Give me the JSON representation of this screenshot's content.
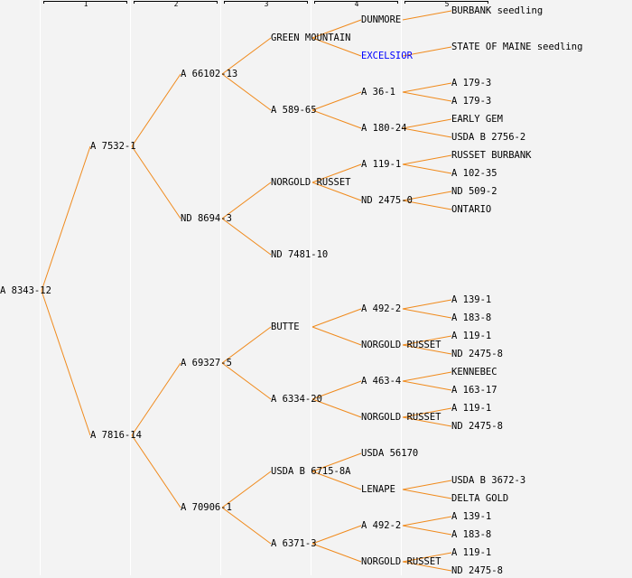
{
  "colors": {
    "background": "#f3f3f3",
    "link": "#f08a1c",
    "text": "#000000",
    "highlight": "#0000ff",
    "divider": "#ffffff"
  },
  "generations": [
    "1",
    "2",
    "3",
    "4",
    "5"
  ],
  "tree": {
    "label": "A 8343-12",
    "children": [
      {
        "label": "A 7532-1",
        "children": [
          {
            "label": "A 66102-13",
            "children": [
              {
                "label": "GREEN MOUNTAIN",
                "children": [
                  {
                    "label": "DUNMORE",
                    "children": [
                      {
                        "label": "BURBANK seedling"
                      }
                    ]
                  },
                  {
                    "label": "EXCELSIOR",
                    "highlight": true,
                    "children": [
                      {
                        "label": "STATE OF MAINE seedling"
                      }
                    ]
                  }
                ]
              },
              {
                "label": "A 589-65",
                "children": [
                  {
                    "label": "A 36-1",
                    "children": [
                      {
                        "label": "A 179-3"
                      },
                      {
                        "label": "A 179-3"
                      }
                    ]
                  },
                  {
                    "label": "A 180-24",
                    "children": [
                      {
                        "label": "EARLY GEM"
                      },
                      {
                        "label": "USDA B 2756-2"
                      }
                    ]
                  }
                ]
              }
            ]
          },
          {
            "label": "ND 8694-3",
            "children": [
              {
                "label": "NORGOLD RUSSET",
                "children": [
                  {
                    "label": "A 119-1",
                    "children": [
                      {
                        "label": "RUSSET BURBANK"
                      },
                      {
                        "label": "A 102-35"
                      }
                    ]
                  },
                  {
                    "label": "ND 2475-0",
                    "children": [
                      {
                        "label": "ND 509-2"
                      },
                      {
                        "label": "ONTARIO"
                      }
                    ]
                  }
                ]
              },
              {
                "label": "ND 7481-10"
              }
            ]
          }
        ]
      },
      {
        "label": "A 7816-14",
        "children": [
          {
            "label": "A 69327-5",
            "children": [
              {
                "label": "BUTTE",
                "children": [
                  {
                    "label": "A 492-2",
                    "children": [
                      {
                        "label": "A 139-1"
                      },
                      {
                        "label": "A 183-8"
                      }
                    ]
                  },
                  {
                    "label": "NORGOLD RUSSET",
                    "children": [
                      {
                        "label": "A 119-1"
                      },
                      {
                        "label": "ND 2475-8"
                      }
                    ]
                  }
                ]
              },
              {
                "label": "A 6334-20",
                "children": [
                  {
                    "label": "A 463-4",
                    "children": [
                      {
                        "label": "KENNEBEC"
                      },
                      {
                        "label": "A 163-17"
                      }
                    ]
                  },
                  {
                    "label": "NORGOLD RUSSET",
                    "children": [
                      {
                        "label": "A 119-1"
                      },
                      {
                        "label": "ND 2475-8"
                      }
                    ]
                  }
                ]
              }
            ]
          },
          {
            "label": "A 70906-1",
            "children": [
              {
                "label": "USDA B 6715-8A",
                "children": [
                  {
                    "label": "USDA 56170"
                  },
                  {
                    "label": "LENAPE",
                    "children": [
                      {
                        "label": "USDA B 3672-3"
                      },
                      {
                        "label": "DELTA GOLD"
                      }
                    ]
                  }
                ]
              },
              {
                "label": "A 6371-3",
                "children": [
                  {
                    "label": "A 492-2",
                    "children": [
                      {
                        "label": "A 139-1"
                      },
                      {
                        "label": "A 183-8"
                      }
                    ]
                  },
                  {
                    "label": "NORGOLD RUSSET",
                    "children": [
                      {
                        "label": "A 119-1"
                      },
                      {
                        "label": "ND 2475-8"
                      }
                    ]
                  }
                ]
              }
            ]
          }
        ]
      }
    ]
  }
}
